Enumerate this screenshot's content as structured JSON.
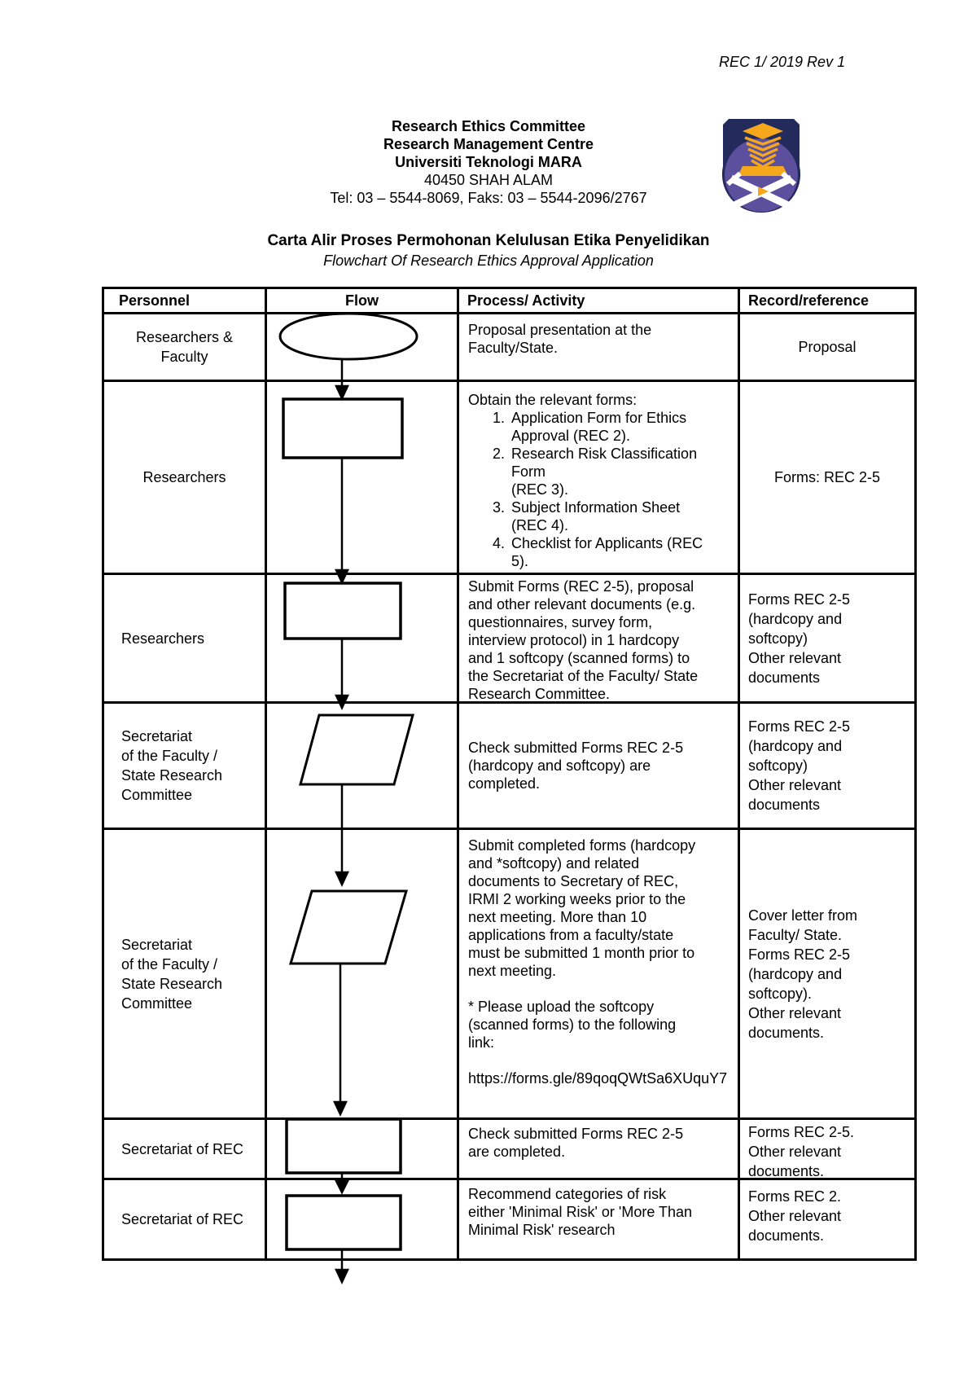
{
  "doc_ref": "REC 1/ 2019 Rev 1",
  "letterhead": {
    "logo": "uitm-logo",
    "org_lines": [
      "Research Ethics Committee",
      "Research Management Centre",
      "Universiti Teknologi MARA",
      "40450 SHAH ALAM",
      "Tel: 03 – 5544-8069, Faks: 03 – 5544-2096/2767"
    ]
  },
  "title": {
    "ms": "Carta Alir Proses Permohonan Kelulusan Etika Penyelidikan",
    "en": "Flowchart Of Research Ethics Approval Application"
  },
  "flowchart_table": {
    "columns": [
      "Personnel",
      "Flow",
      "Process/ Activity",
      "Record/reference"
    ],
    "rows": [
      {
        "personnel": "Researchers &\nFaculty",
        "flow_shape": "terminator-ellipse",
        "process": "Proposal presentation at the\nFaculty/State.",
        "record": "Proposal"
      },
      {
        "personnel": "Researchers",
        "flow_shape": "process-rectangle",
        "process_intro": "Obtain the relevant forms:",
        "process_list": [
          "Application Form for Ethics\nApproval (REC 2).",
          "Research Risk Classification\nForm\n(REC 3).",
          "Subject Information Sheet\n(REC 4).",
          "Checklist for Applicants (REC\n5)."
        ],
        "record": "Forms: REC 2-5"
      },
      {
        "personnel": "Researchers",
        "flow_shape": "process-rectangle",
        "process": "Submit Forms (REC 2-5), proposal\nand other relevant documents (e.g.\nquestionnaires, survey form,\ninterview protocol) in 1 hardcopy\nand 1 softcopy (scanned forms) to\nthe Secretariat of the Faculty/ State\nResearch Committee.",
        "record": "Forms REC 2-5\n(hardcopy and\nsoftcopy)\nOther relevant\ndocuments"
      },
      {
        "personnel": "Secretariat\nof the Faculty /\nState Research\nCommittee",
        "flow_shape": "io-parallelogram",
        "process": "Check submitted Forms REC 2-5\n(hardcopy and softcopy) are\ncompleted.",
        "record": "Forms REC 2-5\n(hardcopy and\nsoftcopy)\nOther relevant\ndocuments"
      },
      {
        "personnel": "Secretariat\nof the Faculty /\nState Research\nCommittee",
        "flow_shape": "io-parallelogram",
        "process_p1": "Submit completed forms (hardcopy\nand *softcopy) and related\ndocuments to Secretary of REC,\nIRMI 2 working weeks prior to the\nnext meeting. More than 10\napplications from a faculty/state\nmust be submitted 1 month prior to\nnext meeting.",
        "process_p2": "* Please upload the softcopy\n(scanned forms) to the following\nlink:",
        "process_p3": "https://forms.gle/89qoqQWtSa6XUquY7",
        "record": "Cover letter from\nFaculty/ State.\nForms REC 2-5\n(hardcopy and\nsoftcopy).\nOther relevant\ndocuments."
      },
      {
        "personnel": "Secretariat of REC",
        "flow_shape": "process-rectangle",
        "process": "Check submitted Forms REC 2-5\nare completed.",
        "record": "Forms REC 2-5.\nOther relevant\ndocuments."
      },
      {
        "personnel": "Secretariat of REC",
        "flow_shape": "process-rectangle",
        "process": "Recommend categories of risk\neither 'Minimal Risk' or 'More Than\nMinimal Risk' research",
        "record": "Forms REC 2.\nOther relevant\ndocuments."
      }
    ]
  },
  "logo_colors": {
    "navy": "#222b5c",
    "purple": "#5b4f9e",
    "gold": "#f6a81c"
  }
}
